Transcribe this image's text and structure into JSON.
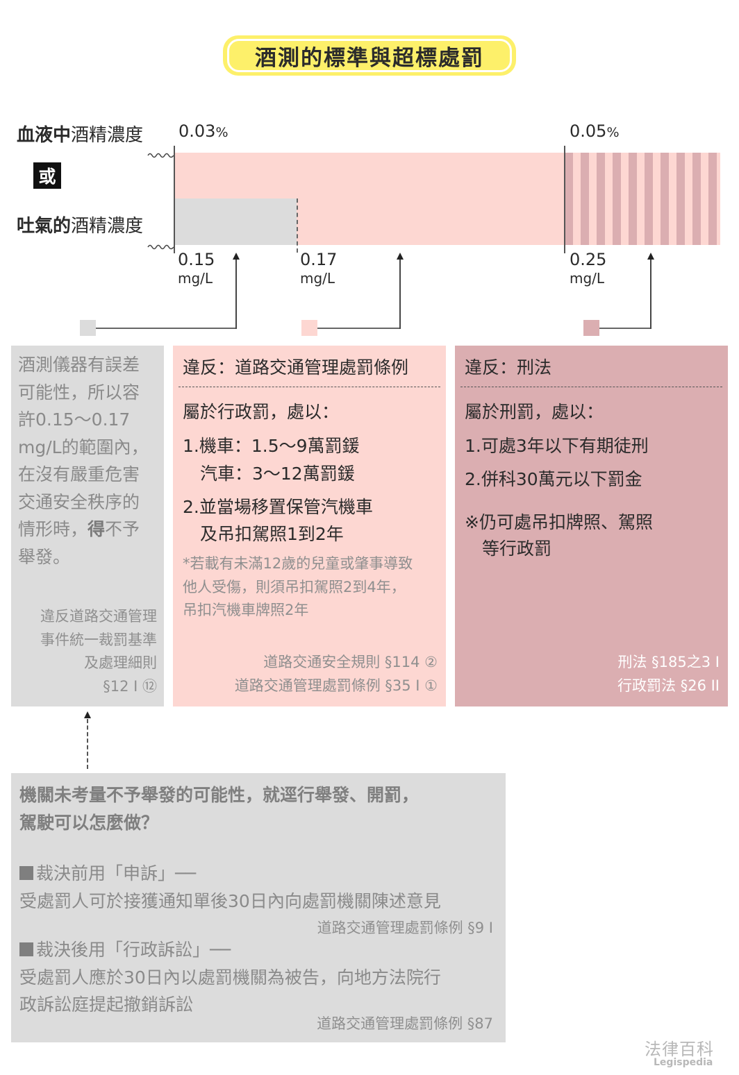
{
  "title": "酒測的標準與超標處罰",
  "labels": {
    "blood_bold": "血液中",
    "blood_rest": "酒精濃度",
    "or": "或",
    "breath_bold": "吐氣的",
    "breath_rest": "酒精濃度"
  },
  "chart_data": {
    "type": "bar",
    "title": "酒測的標準與超標處罰",
    "rows": [
      "血液中酒精濃度",
      "吐氣的酒精濃度"
    ],
    "blood_thresholds": [
      {
        "value": 0.03,
        "unit": "%",
        "label": "0.03"
      },
      {
        "value": 0.05,
        "unit": "%",
        "label": "0.05"
      }
    ],
    "breath_thresholds": [
      {
        "value": 0.15,
        "unit": "mg/L",
        "label": "0.15"
      },
      {
        "value": 0.17,
        "unit": "mg/L",
        "label": "0.17"
      },
      {
        "value": 0.25,
        "unit": "mg/L",
        "label": "0.25"
      }
    ],
    "segments": [
      {
        "name": "tolerance",
        "breath_range": [
          0.15,
          0.17
        ],
        "color": "#dcdcdc"
      },
      {
        "name": "administrative",
        "range_start": "0.03% / 0.15 mg/L",
        "range_end": "0.05% / 0.25 mg/L",
        "color": "#fdd7d2"
      },
      {
        "name": "criminal",
        "range_start": "0.05% / 0.25 mg/L",
        "color": "#dbaeb1",
        "pattern": "striped"
      }
    ]
  },
  "ticks": {
    "t003": {
      "value": "0.03",
      "unit": "%"
    },
    "t005": {
      "value": "0.05",
      "unit": "%"
    },
    "t015": {
      "value": "0.15",
      "unit": "mg/L"
    },
    "t017": {
      "value": "0.17",
      "unit": "mg/L"
    },
    "t025": {
      "value": "0.25",
      "unit": "mg/L"
    }
  },
  "colors": {
    "tolerance": "#dcdcdc",
    "administrative": "#fdd7d2",
    "criminal": "#dbaeb1",
    "title_bg": "#fdf06a"
  },
  "tolerance_panel": {
    "lines": [
      "酒測儀器有誤差",
      "可能性，所以容",
      "許0.15～0.17",
      "mg/L的範圍內，",
      "在沒有嚴重危害",
      "交通安全秩序的"
    ],
    "line7_pre": "情形時，",
    "line7_bold": "得",
    "line7_post": "不予",
    "line8": "舉發。",
    "refs": [
      "違反道路交通管理",
      "事件統一裁罰基準",
      "及處理細則",
      "§12 I ⑫"
    ]
  },
  "admin_panel": {
    "heading": "違反：道路交通管理處罰條例",
    "intro": "屬於行政罰，處以：",
    "items": [
      "1.機車：1.5～9萬罰鍰",
      "　汽車：3～12萬罰鍰",
      "2.並當場移置保管汽機車",
      "　及吊扣駕照1到2年"
    ],
    "note": [
      "*若載有未滿12歲的兒童或肇事導致",
      " 他人受傷，則須吊扣駕照2到4年，",
      " 吊扣汽機車牌照2年"
    ],
    "refs": [
      "道路交通安全規則 §114 ②",
      "道路交通管理處罰條例 §35 I ①"
    ]
  },
  "criminal_panel": {
    "heading": "違反：刑法",
    "intro": "屬於刑罰，處以：",
    "items": [
      "1.可處3年以下有期徒刑",
      "2.併科30萬元以下罰金",
      "※仍可處吊扣牌照、駕照",
      "　等行政罰"
    ],
    "refs": [
      "刑法 §185之3 I",
      "行政罰法 §26 II"
    ]
  },
  "bottom_box": {
    "question": [
      "機關未考量不予舉發的可能性，就逕行舉發、開罰，",
      "駕駛可以怎麼做？"
    ],
    "section1_title": "裁決前用「申訴」──",
    "section1_body": "受處罰人可於接獲通知單後30日內向處罰機關陳述意見",
    "section1_ref": "道路交通管理處罰條例 §9 I",
    "section2_title": "裁決後用「行政訴訟」──",
    "section2_body": [
      "受處罰人應於30日內以處罰機關為被告，向地方法院行",
      "政訴訟庭提起撤銷訴訟"
    ],
    "section2_ref": "道路交通管理處罰條例 §87"
  },
  "logo": {
    "cn": "法律百科",
    "en": "Legispedia"
  }
}
